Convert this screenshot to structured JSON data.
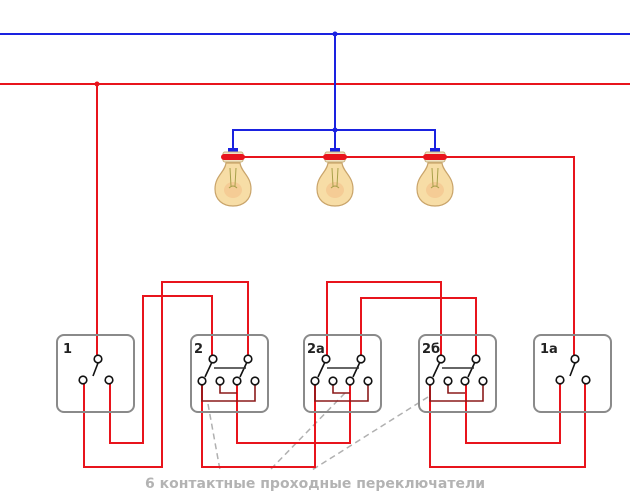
{
  "diagram": {
    "title": "Wiring diagram: lighting controlled from 5 places",
    "colors": {
      "phase": "#e8141c",
      "neutral": "#1a22e0",
      "switch_box": "#8a8a8a",
      "internal_link": "#8b1a1a",
      "leader_line": "#b0b0b0",
      "bulb_fill": "#f7dda6",
      "caption": "#b3b3b3"
    },
    "buses": [
      {
        "name": "neutral",
        "color_key": "neutral"
      },
      {
        "name": "phase",
        "color_key": "phase"
      }
    ],
    "lamps": [
      {
        "id": "lamp-1"
      },
      {
        "id": "lamp-2"
      },
      {
        "id": "lamp-3"
      }
    ],
    "switches": [
      {
        "id": "1",
        "label": "1",
        "type": "single-pole pass-through"
      },
      {
        "id": "2",
        "label": "2",
        "type": "6-contact cross"
      },
      {
        "id": "2a",
        "label": "2а",
        "type": "6-contact cross"
      },
      {
        "id": "2b",
        "label": "2б",
        "type": "6-contact cross"
      },
      {
        "id": "1a",
        "label": "1а",
        "type": "single-pole pass-through"
      }
    ],
    "caption": "6 контактные проходные переключатели"
  }
}
